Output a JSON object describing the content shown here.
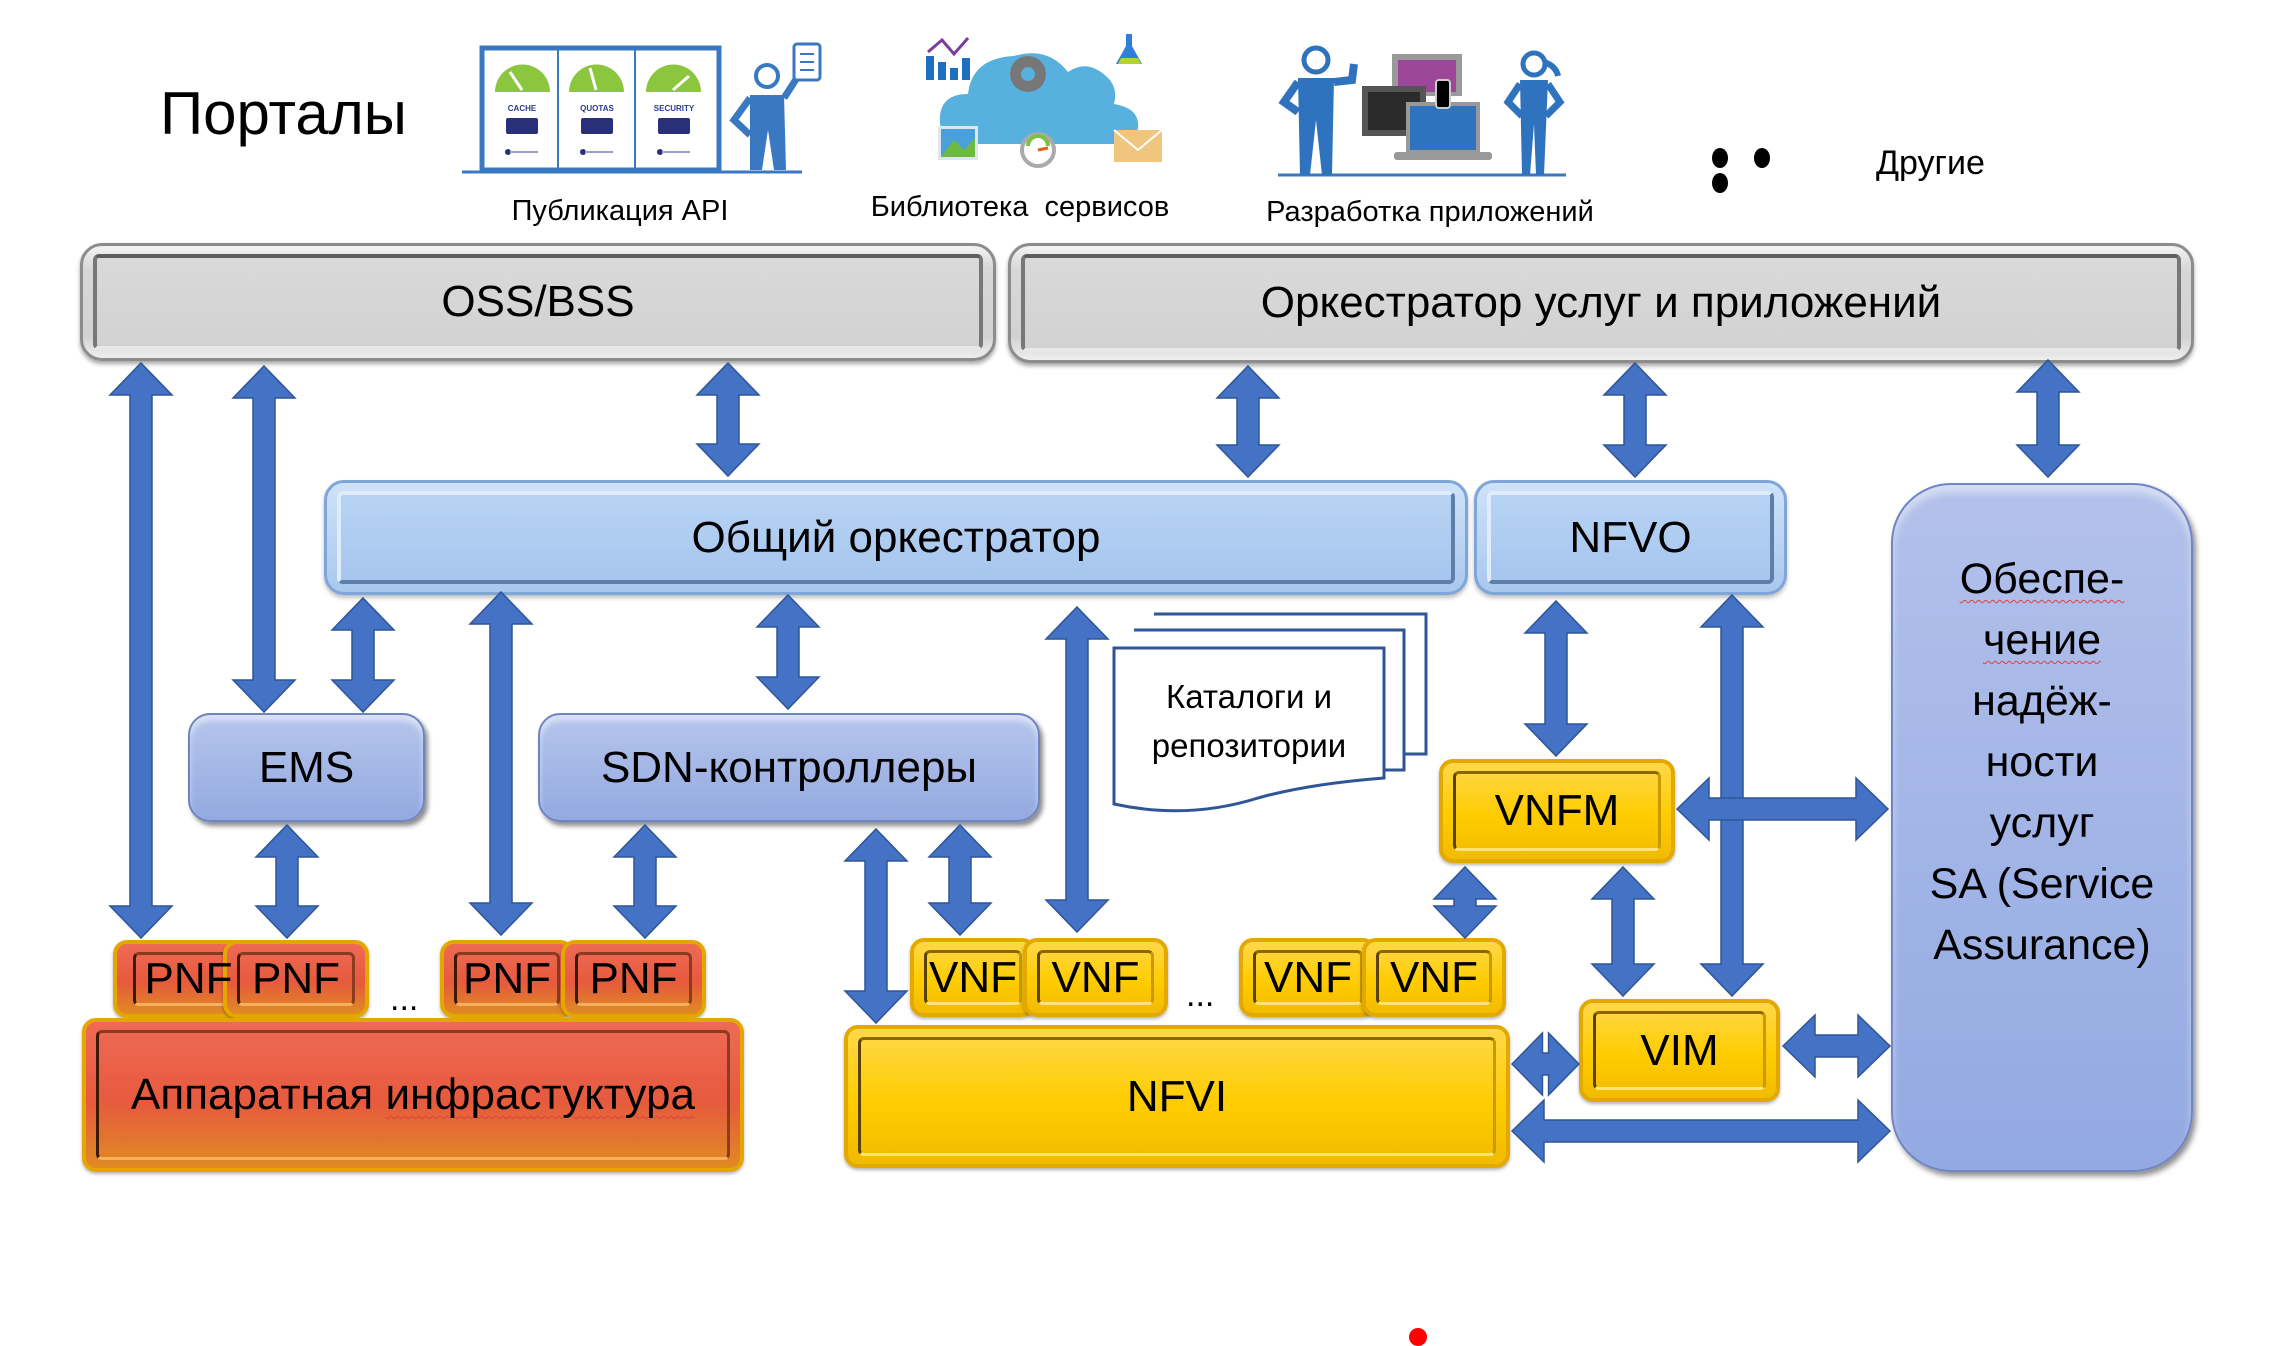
{
  "header": {
    "title": "Порталы",
    "portals": [
      {
        "label": "Публикация API",
        "icon": "api-dashboard-icon",
        "gauge_labels": [
          "CACHE",
          "QUOTAS",
          "SECURITY"
        ]
      },
      {
        "label": "Библиотека  сервисов",
        "icon": "cloud-services-icon"
      },
      {
        "label": "Разработка приложений",
        "icon": "app-development-icon"
      }
    ],
    "others_label": "Другие"
  },
  "layers": {
    "oss_bss": "OSS/BSS",
    "service_orchestrator": "Оркестратор услуг и приложений",
    "common_orchestrator": "Общий оркестратор",
    "nfvo": "NFVO",
    "ems": "EMS",
    "sdn": "SDN-контроллеры",
    "catalogs": [
      "Каталоги и",
      "репозитории"
    ],
    "vnfm": "VNFM",
    "vim": "VIM",
    "nfvi": "NFVI",
    "hardware": {
      "prefix": "Аппаратная ",
      "misspelled": "инфрастуктура"
    },
    "pnf_label": "PNF",
    "vnf_label": "VNF",
    "ellipsis": "...",
    "service_assurance": {
      "lines_underlined": [
        "Обеспе-",
        "чение"
      ],
      "lines": [
        "надёж-",
        "ности",
        "услуг",
        "SA (Service",
        "Assurance)"
      ]
    }
  },
  "colors": {
    "arrow": "#4472c4",
    "arrow_edge": "#2f5597",
    "layer_gray": "#d6d6d6",
    "layer_light_blue": "#afcbf0",
    "layer_periwinkle": "#a3b5e6",
    "nfv_yellow": "#ffcc00",
    "hardware_red": "#e8603f",
    "marker_red": "#ff0000"
  }
}
